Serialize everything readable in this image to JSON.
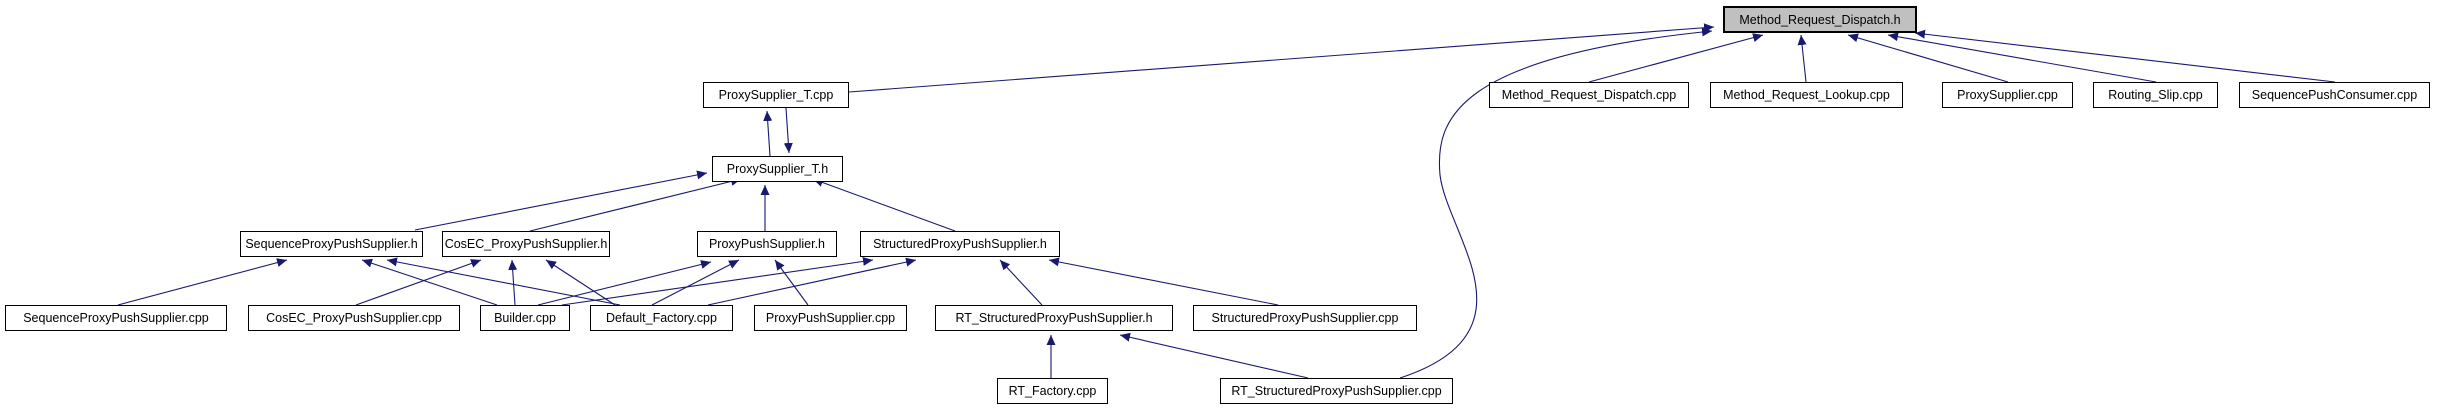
{
  "diagram": {
    "type": "include-dependency-graph",
    "main_node": "method_request_dispatch_h",
    "colors": {
      "edge": "#191970",
      "main_node_fill": "#c0c0c0",
      "node_border": "#000000",
      "background": "#ffffff"
    },
    "nodes": {
      "method_request_dispatch_h": {
        "label": "Method_Request_Dispatch.h"
      },
      "proxy_supplier_t_cpp": {
        "label": "ProxySupplier_T.cpp"
      },
      "method_request_dispatch_cpp": {
        "label": "Method_Request_Dispatch.cpp"
      },
      "method_request_lookup_cpp": {
        "label": "Method_Request_Lookup.cpp"
      },
      "proxy_supplier_cpp": {
        "label": "ProxySupplier.cpp"
      },
      "routing_slip_cpp": {
        "label": "Routing_Slip.cpp"
      },
      "sequence_push_consumer_cpp": {
        "label": "SequencePushConsumer.cpp"
      },
      "proxy_supplier_t_h": {
        "label": "ProxySupplier_T.h"
      },
      "sequence_proxy_push_supplier_h": {
        "label": "SequenceProxyPushSupplier.h"
      },
      "cosec_proxy_push_supplier_h": {
        "label": "CosEC_ProxyPushSupplier.h"
      },
      "proxy_push_supplier_h": {
        "label": "ProxyPushSupplier.h"
      },
      "structured_proxy_push_supplier_h": {
        "label": "StructuredProxyPushSupplier.h"
      },
      "sequence_proxy_push_supplier_cpp": {
        "label": "SequenceProxyPushSupplier.cpp"
      },
      "cosec_proxy_push_supplier_cpp": {
        "label": "CosEC_ProxyPushSupplier.cpp"
      },
      "builder_cpp": {
        "label": "Builder.cpp"
      },
      "default_factory_cpp": {
        "label": "Default_Factory.cpp"
      },
      "proxy_push_supplier_cpp": {
        "label": "ProxyPushSupplier.cpp"
      },
      "rt_structured_proxy_push_supplier_h": {
        "label": "RT_StructuredProxyPushSupplier.h"
      },
      "structured_proxy_push_supplier_cpp": {
        "label": "StructuredProxyPushSupplier.cpp"
      },
      "rt_factory_cpp": {
        "label": "RT_Factory.cpp"
      },
      "rt_structured_proxy_push_supplier_cpp": {
        "label": "RT_StructuredProxyPushSupplier.cpp"
      }
    },
    "edges": [
      {
        "from": "proxy_supplier_t_cpp",
        "to": "method_request_dispatch_h"
      },
      {
        "from": "rt_structured_proxy_push_supplier_cpp",
        "to": "method_request_dispatch_h"
      },
      {
        "from": "method_request_dispatch_cpp",
        "to": "method_request_dispatch_h"
      },
      {
        "from": "method_request_lookup_cpp",
        "to": "method_request_dispatch_h"
      },
      {
        "from": "proxy_supplier_cpp",
        "to": "method_request_dispatch_h"
      },
      {
        "from": "routing_slip_cpp",
        "to": "method_request_dispatch_h"
      },
      {
        "from": "sequence_push_consumer_cpp",
        "to": "method_request_dispatch_h"
      },
      {
        "from": "proxy_supplier_t_h",
        "to": "proxy_supplier_t_cpp"
      },
      {
        "from": "proxy_supplier_t_cpp",
        "to": "proxy_supplier_t_h"
      },
      {
        "from": "sequence_proxy_push_supplier_h",
        "to": "proxy_supplier_t_h"
      },
      {
        "from": "cosec_proxy_push_supplier_h",
        "to": "proxy_supplier_t_h"
      },
      {
        "from": "proxy_push_supplier_h",
        "to": "proxy_supplier_t_h"
      },
      {
        "from": "structured_proxy_push_supplier_h",
        "to": "proxy_supplier_t_h"
      },
      {
        "from": "sequence_proxy_push_supplier_cpp",
        "to": "sequence_proxy_push_supplier_h"
      },
      {
        "from": "builder_cpp",
        "to": "sequence_proxy_push_supplier_h"
      },
      {
        "from": "default_factory_cpp",
        "to": "sequence_proxy_push_supplier_h"
      },
      {
        "from": "cosec_proxy_push_supplier_cpp",
        "to": "cosec_proxy_push_supplier_h"
      },
      {
        "from": "builder_cpp",
        "to": "cosec_proxy_push_supplier_h"
      },
      {
        "from": "default_factory_cpp",
        "to": "cosec_proxy_push_supplier_h"
      },
      {
        "from": "builder_cpp",
        "to": "proxy_push_supplier_h"
      },
      {
        "from": "default_factory_cpp",
        "to": "proxy_push_supplier_h"
      },
      {
        "from": "proxy_push_supplier_cpp",
        "to": "proxy_push_supplier_h"
      },
      {
        "from": "builder_cpp",
        "to": "structured_proxy_push_supplier_h"
      },
      {
        "from": "default_factory_cpp",
        "to": "structured_proxy_push_supplier_h"
      },
      {
        "from": "rt_structured_proxy_push_supplier_h",
        "to": "structured_proxy_push_supplier_h"
      },
      {
        "from": "structured_proxy_push_supplier_cpp",
        "to": "structured_proxy_push_supplier_h"
      },
      {
        "from": "rt_factory_cpp",
        "to": "rt_structured_proxy_push_supplier_h"
      },
      {
        "from": "rt_structured_proxy_push_supplier_cpp",
        "to": "rt_structured_proxy_push_supplier_h"
      }
    ]
  }
}
